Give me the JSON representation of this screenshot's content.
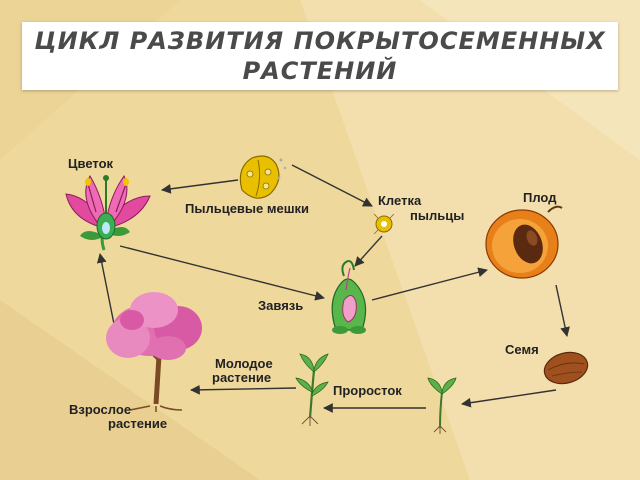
{
  "title": {
    "line1": "Цикл развития покрытосеменных",
    "line2": "растений"
  },
  "labels": {
    "flower": "Цветок",
    "pollen_sacs": "Пыльцевые мешки",
    "pollen_cell_1": "Клетка",
    "pollen_cell_2": "пыльцы",
    "fruit": "Плод",
    "ovary": "Завязь",
    "seed": "Семя",
    "sprout": "Проросток",
    "young_plant_1": "Молодое",
    "young_plant_2": "растение",
    "adult_plant_1": "Взрослое",
    "adult_plant_2": "растение"
  },
  "colors": {
    "background": "#efd89c",
    "arrow": "#333333",
    "petal": "#e24aa0",
    "leaf": "#3c9a3a",
    "pollen": "#e8c000",
    "fruit_skin": "#e8801a",
    "seed": "#a0501e",
    "tree_crown": "#e070b0",
    "trunk": "#7a4a24"
  }
}
